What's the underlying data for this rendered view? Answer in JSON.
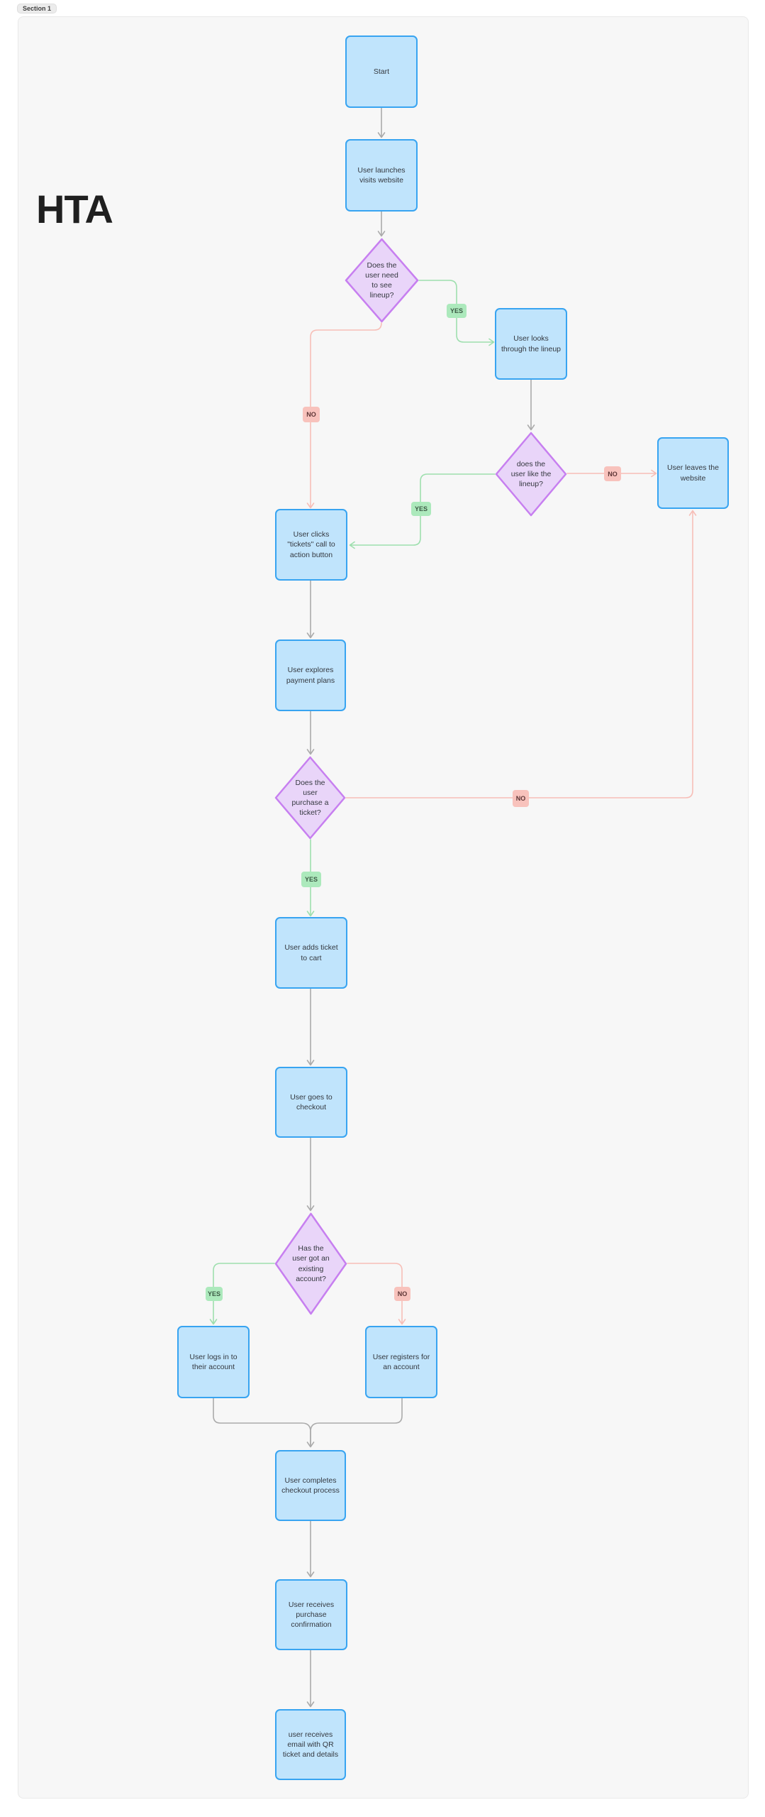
{
  "section": {
    "label": "Section 1"
  },
  "title": "HTA",
  "nodes": {
    "start": {
      "type": "process",
      "label": "Start"
    },
    "user_launches": {
      "type": "process",
      "label": "User launches visits website"
    },
    "need_lineup": {
      "type": "decision",
      "label": "Does the user need to see lineup?"
    },
    "looks_lineup": {
      "type": "process",
      "label": "User looks through the lineup"
    },
    "like_lineup": {
      "type": "decision",
      "label": "does the user like the lineup?"
    },
    "leaves_website": {
      "type": "process",
      "label": "User leaves the website"
    },
    "clicks_tickets": {
      "type": "process",
      "label": "User clicks \"tickets\" call to action button"
    },
    "explores_plans": {
      "type": "process",
      "label": "User explores payment plans"
    },
    "purchase_ticket": {
      "type": "decision",
      "label": "Does the user purchase a ticket?"
    },
    "adds_cart": {
      "type": "process",
      "label": "User adds ticket to cart"
    },
    "goes_checkout": {
      "type": "process",
      "label": "User goes to checkout"
    },
    "existing_account": {
      "type": "decision",
      "label": "Has the user got an existing account?"
    },
    "logs_in": {
      "type": "process",
      "label": "User logs in to their account"
    },
    "registers": {
      "type": "process",
      "label": "User registers for an account"
    },
    "completes_checkout": {
      "type": "process",
      "label": "User completes checkout process"
    },
    "receives_confirmation": {
      "type": "process",
      "label": "User receives purchase confirmation"
    },
    "receives_email": {
      "type": "process",
      "label": "user receives email with QR ticket and details"
    }
  },
  "edges": [
    {
      "from": "start",
      "to": "user_launches",
      "label": ""
    },
    {
      "from": "user_launches",
      "to": "need_lineup",
      "label": ""
    },
    {
      "from": "need_lineup",
      "to": "looks_lineup",
      "label": "YES"
    },
    {
      "from": "need_lineup",
      "to": "clicks_tickets",
      "label": "NO"
    },
    {
      "from": "looks_lineup",
      "to": "like_lineup",
      "label": ""
    },
    {
      "from": "like_lineup",
      "to": "clicks_tickets",
      "label": "YES"
    },
    {
      "from": "like_lineup",
      "to": "leaves_website",
      "label": "NO"
    },
    {
      "from": "clicks_tickets",
      "to": "explores_plans",
      "label": ""
    },
    {
      "from": "explores_plans",
      "to": "purchase_ticket",
      "label": ""
    },
    {
      "from": "purchase_ticket",
      "to": "adds_cart",
      "label": "YES"
    },
    {
      "from": "purchase_ticket",
      "to": "leaves_website",
      "label": "NO"
    },
    {
      "from": "adds_cart",
      "to": "goes_checkout",
      "label": ""
    },
    {
      "from": "goes_checkout",
      "to": "existing_account",
      "label": ""
    },
    {
      "from": "existing_account",
      "to": "logs_in",
      "label": "YES"
    },
    {
      "from": "existing_account",
      "to": "registers",
      "label": "NO"
    },
    {
      "from": "logs_in",
      "to": "completes_checkout",
      "label": ""
    },
    {
      "from": "registers",
      "to": "completes_checkout",
      "label": ""
    },
    {
      "from": "completes_checkout",
      "to": "receives_confirmation",
      "label": ""
    },
    {
      "from": "receives_confirmation",
      "to": "receives_email",
      "label": ""
    }
  ],
  "colors": {
    "canvas_bg": "#ffffff",
    "section_bg": "#f7f7f7",
    "section_border": "#e9e9e9",
    "pill_bg": "#ececec",
    "pill_border": "#dedede",
    "pill_text": "#3f3f3f",
    "title_text": "#1f1f1f",
    "node_text": "#34383f",
    "node_blue_fill": "#c0e4fc",
    "node_blue_border": "#38a4f1",
    "node_purple_fill": "#e9d5f9",
    "node_purple_border": "#c77ff0",
    "edge_gray": "#ababab",
    "edge_green": "#9edfae",
    "edge_red": "#f7beb7",
    "badge_yes_bg": "#ace9bc",
    "badge_yes_text": "#3c5a45",
    "badge_no_bg": "#f8c2bc",
    "badge_no_text": "#5d3535"
  }
}
